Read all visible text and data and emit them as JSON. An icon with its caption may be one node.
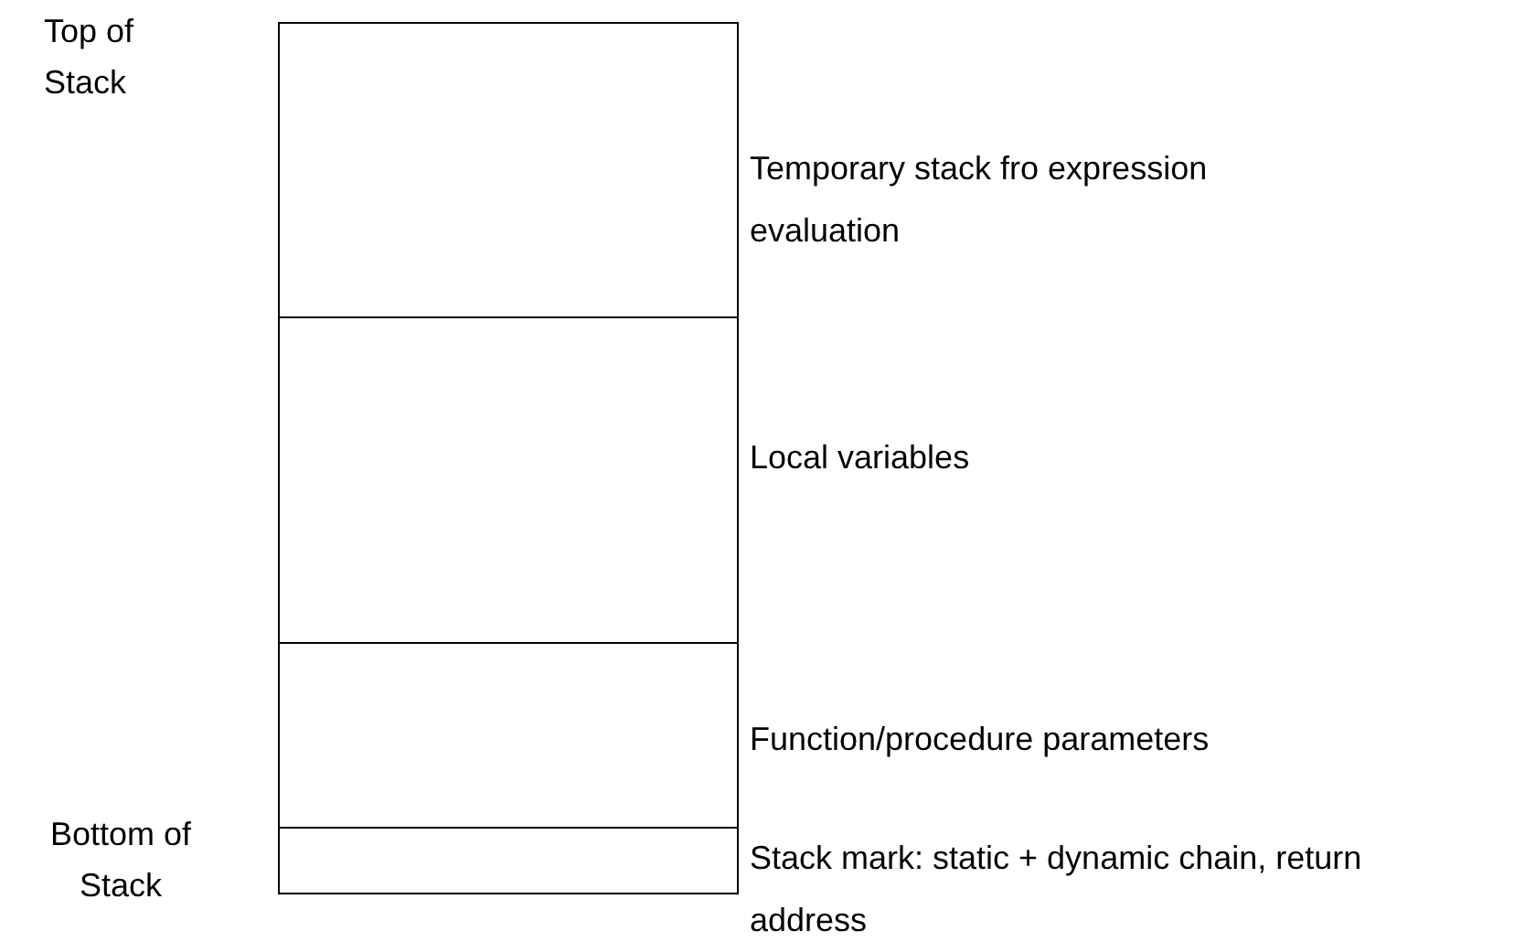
{
  "diagram": {
    "nodes": [
      {
        "text": [],
        "shape": "box",
        "beside": [
          "Temporary stack fro expression evaluation"
        ]
      },
      {
        "text": [],
        "shape": "box",
        "beside": [
          "Local variables"
        ]
      },
      {
        "text": [],
        "shape": "box",
        "beside": [
          "Function/procedure parameters"
        ]
      },
      {
        "text": [],
        "shape": "box",
        "beside": [
          "Stack mark: static + dynamic chain, return address"
        ]
      }
    ],
    "labels": [
      "Top of Stack",
      "Bottom of Stack"
    ]
  }
}
